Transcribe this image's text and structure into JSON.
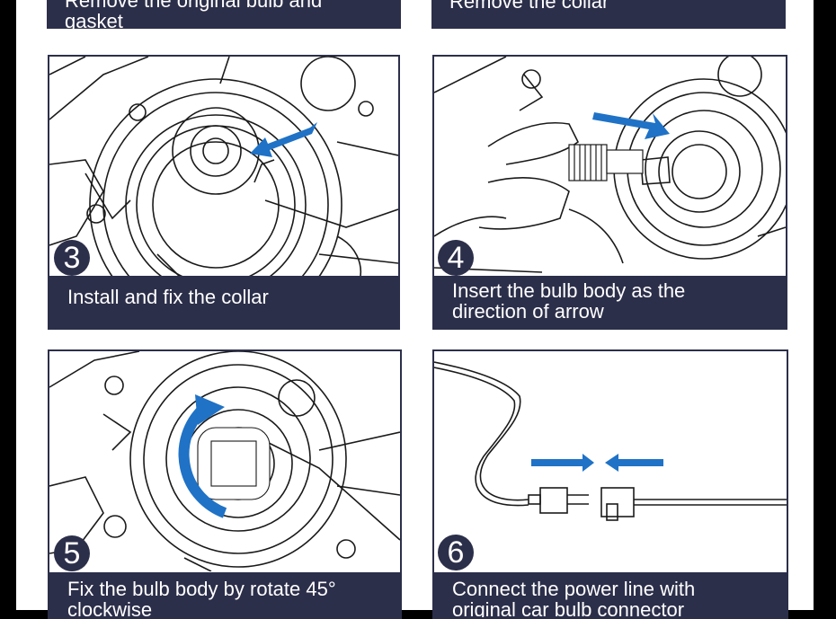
{
  "top_strip": {
    "left_caption_line1": "Remove the original bulb and",
    "left_caption_line2": "gasket",
    "right_caption": "Remove the collar"
  },
  "steps": [
    {
      "number": "3",
      "caption_line1": "Install and fix the collar",
      "caption_line2": ""
    },
    {
      "number": "4",
      "caption_line1": "Insert the bulb body as the",
      "caption_line2": "direction of arrow"
    },
    {
      "number": "5",
      "caption_line1": "Fix the bulb body by rotate 45°",
      "caption_line2": "clockwise"
    },
    {
      "number": "6",
      "caption_line1": "Connect the power line with",
      "caption_line2": "original car bulb connector"
    }
  ],
  "colors": {
    "caption_bg": "#2c2f4a",
    "arrow_blue": "#1f72c6",
    "line_art": "#1a1a1a",
    "frame": "#000000"
  }
}
